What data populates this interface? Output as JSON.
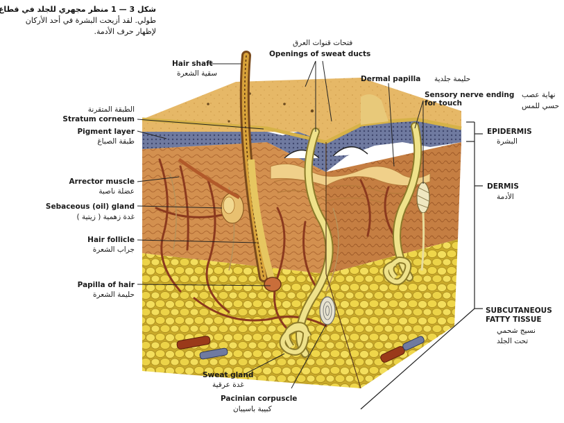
{
  "caption": {
    "line1": "شكل 3 — 1 منظر مجهري للجلد في قطاع",
    "line2": "طولي. لقد أزيحت البشرة في أحد الأركان",
    "line3": "لإظهار حرف الأدمة."
  },
  "labels": {
    "hair_shaft_en": "Hair shaft",
    "hair_shaft_ar": "سقية الشعرة",
    "sweat_openings_ar": "فتحات قنوات العرق",
    "sweat_openings_en": "Openings of sweat ducts",
    "dermal_papilla_en": "Dermal papilla",
    "dermal_papilla_ar": "حليمة جلدية",
    "sensory_nerve_en_1": "Sensory nerve ending",
    "sensory_nerve_en_2": "for touch",
    "sensory_nerve_ar_1": "نهاية عصب",
    "sensory_nerve_ar_2": "حسي للمس",
    "stratum_ar": "الطبقة المتقرنة",
    "stratum_en": "Stratum corneum",
    "pigment_en": "Pigment layer",
    "pigment_ar": "طبقة الصباغ",
    "arrector_en": "Arrector muscle",
    "arrector_ar": "عضلة ناصبة",
    "sebaceous_en": "Sebaceous (oil) gland",
    "sebaceous_ar": "غدة زهمية ( زيتية )",
    "follicle_en": "Hair follicle",
    "follicle_ar": "جراب الشعرة",
    "papilla_hair_en": "Papilla of hair",
    "papilla_hair_ar": "حليمة الشعرة",
    "epidermis_en": "EPIDERMIS",
    "epidermis_ar": "البشرة",
    "dermis_en": "DERMIS",
    "dermis_ar": "الأدمة",
    "subcut_en_1": "SUBCUTANEOUS",
    "subcut_en_2": "FATTY TISSUE",
    "subcut_ar_1": "نسيج شحمي",
    "subcut_ar_2": "تحت الجلد",
    "sweat_gland_en": "Sweat gland",
    "sweat_gland_ar": "غدة عرقية",
    "pacinian_en": "Pacinian corpuscle",
    "pacinian_ar": "كبيبة باسيبان"
  },
  "colors": {
    "skin_top": "#e8b968",
    "epidermis_blue": "#7d87a8",
    "dermis": "#cf8a4c",
    "dermis_dark": "#a6602d",
    "fat": "#e9cf3c",
    "fat_light": "#f6e98a",
    "duct": "#e8dc7a",
    "vessel": "#8b3a1e",
    "leader": "#222222"
  }
}
